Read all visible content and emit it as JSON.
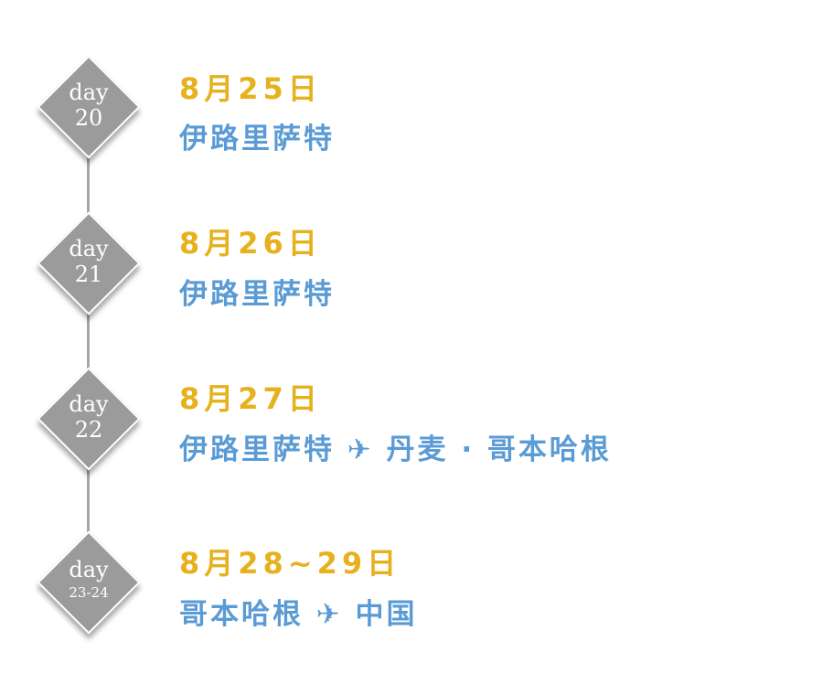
{
  "timeline": [
    {
      "day_label": "day",
      "day_num": "20",
      "date": "8月25日",
      "place": "伊路里萨特"
    },
    {
      "day_label": "day",
      "day_num": "21",
      "date": "8月26日",
      "place": "伊路里萨特"
    },
    {
      "day_label": "day",
      "day_num": "22",
      "date": "8月27日",
      "place": "伊路里萨特 ✈ 丹麦 · 哥本哈根"
    },
    {
      "day_label": "day",
      "day_num": "23-24",
      "date": "8月28~29日",
      "place": "哥本哈根 ✈ 中国"
    }
  ],
  "colors": {
    "date": "#e6b11c",
    "place": "#5b9bd5",
    "diamond": "#9b9b9b",
    "line": "#a6a6a6"
  }
}
